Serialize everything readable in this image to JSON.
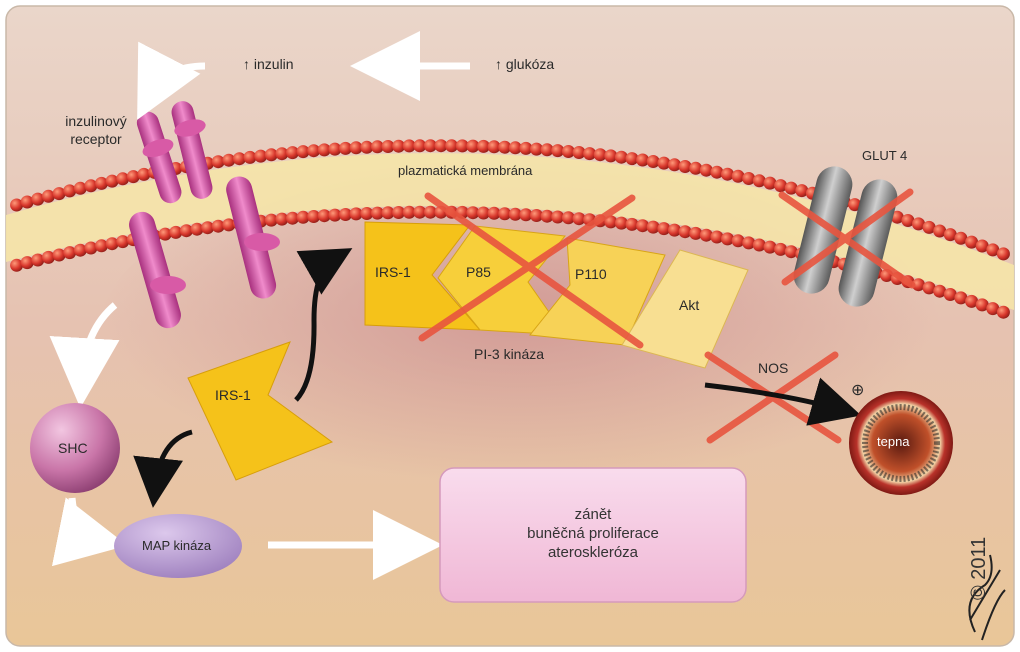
{
  "labels": {
    "insulin": "↑ inzulin",
    "glucose": "↑ glukóza",
    "receptor_line1": "inzulinový",
    "receptor_line2": "receptor",
    "membrane": "plazmatická membrána",
    "glut4": "GLUT 4",
    "irs1_top": "IRS-1",
    "p85": "P85",
    "p110": "P110",
    "akt": "Akt",
    "pi3k": "PI-3 kináza",
    "nos": "NOS",
    "plus": "⊕",
    "tepna": "tepna",
    "irs1_bottom": "IRS-1",
    "shc": "SHC",
    "mapk": "MAP kináza",
    "copyright": "© 2011"
  },
  "outcome_lines": [
    "zánět",
    "buněčná proliferace",
    "ateroskleróza"
  ],
  "colors": {
    "background_top": "#e8cfc0",
    "background_bottom": "#e9c79a",
    "lipid_head": "#d8372c",
    "receptor": "#d85aa6",
    "irs_yellow": "#f5c21a",
    "glut4_grey": "#8a8a8a",
    "cross_red": "#e8553f",
    "shc_pink": "#c975a8",
    "mapk_purple": "#b89ad0",
    "outcome_box": "#f4c6de",
    "artery_outer": "#b9322a"
  }
}
